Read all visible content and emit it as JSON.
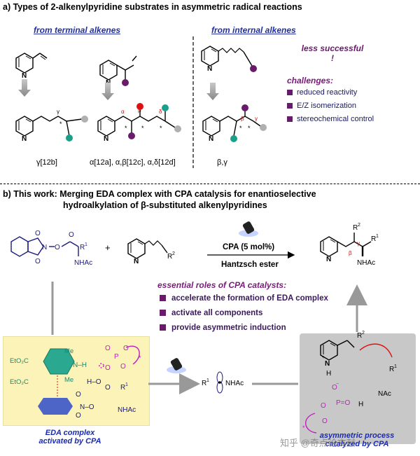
{
  "panel_a": {
    "title": "a)  Types of 2-alkenylpyridine substrates in asymmetric radical reactions",
    "terminal_heading": "from terminal alkenes",
    "internal_heading": "from internal alkenes",
    "less_successful": "less successful !",
    "challenges_title": "challenges:",
    "challenges": [
      "reduced reactivity",
      "E/Z isomerization",
      "stereochemical control"
    ],
    "label_1": "γ[12b]",
    "label_2": "α[12a], α,β[12c], α,δ[12d]",
    "label_3": "β,γ"
  },
  "panel_b": {
    "title_line1": "b) This work: Merging EDA complex with CPA catalysis for enantioselective",
    "title_line2": "hydroalkylation of β-substituted alkenylpyridines",
    "reagent_top": "CPA (5 mol%)",
    "reagent_bottom": "Hantzsch ester",
    "roles_title": "essential roles of CPA catalysts:",
    "roles": [
      "accelerate the formation of EDA complex",
      "activate all components",
      "provide asymmetric induction"
    ],
    "eda_caption": "EDA complex activated by CPA",
    "asym_caption": "asymmetric process catalyzed by CPA",
    "watermark": "知乎 @奇点论文献"
  },
  "colors": {
    "purple": "#6a1a6a",
    "red": "#e01010",
    "teal": "#1aa08a",
    "grey": "#b0b0b0",
    "blue": "#1a2ab0",
    "magenta": "#d020d0",
    "yellow_panel": "#fbf3b8",
    "grey_panel": "#c8c8c8"
  }
}
